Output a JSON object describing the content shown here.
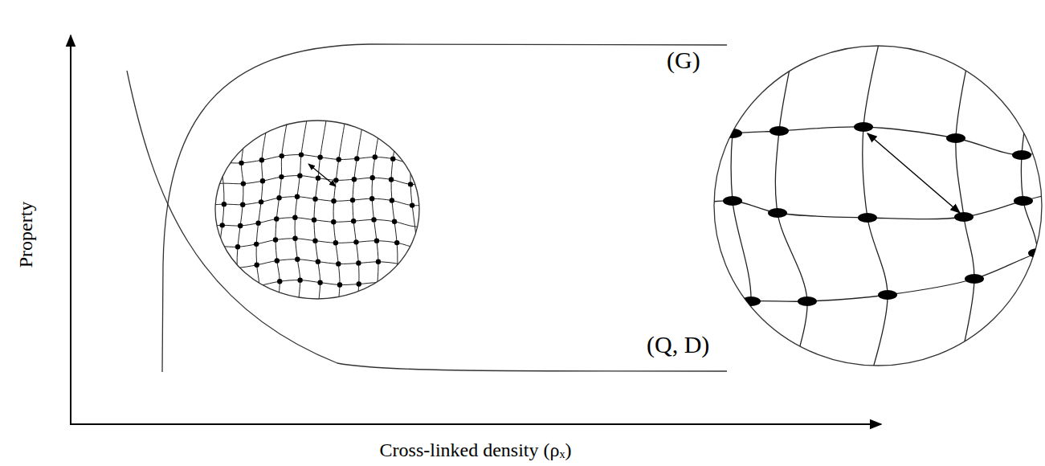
{
  "diagram": {
    "labels": [
      "(G)",
      "(Q, D)",
      "Property",
      "Cross-linked density (ρₓ)"
    ]
  }
}
